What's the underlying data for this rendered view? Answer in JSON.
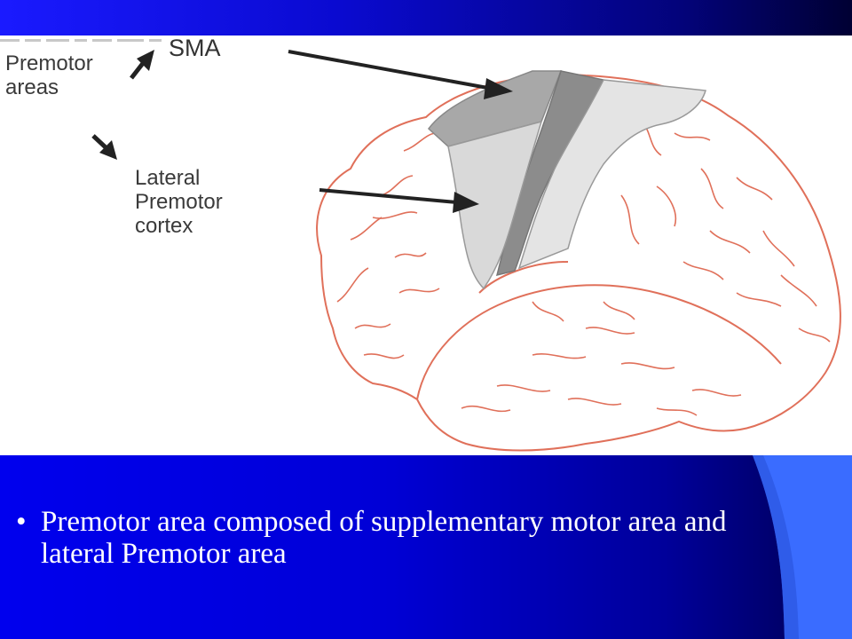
{
  "slide": {
    "colors": {
      "background": "#0000d6",
      "accent_stripe": "#3a6cff",
      "figure_background": "#ffffff",
      "brain_outline": "#e0705a",
      "region_dark": "#9a9a9a",
      "region_light": "#dcdcdc",
      "arrow": "#222222",
      "text": "#ffffff"
    }
  },
  "figure": {
    "labels": {
      "premotor_areas": "Premotor\nareas",
      "sma": "SMA",
      "lateral_premotor": "Lateral\nPremotor\ncortex"
    },
    "faded_caption": "",
    "regions": [
      "supplementary-motor-area",
      "lateral-premotor-cortex",
      "motor-strip",
      "somatosensory-strip"
    ]
  },
  "bullets": [
    {
      "symbol": "•",
      "text": "Premotor area composed of supplementary motor area and lateral Premotor area"
    }
  ]
}
